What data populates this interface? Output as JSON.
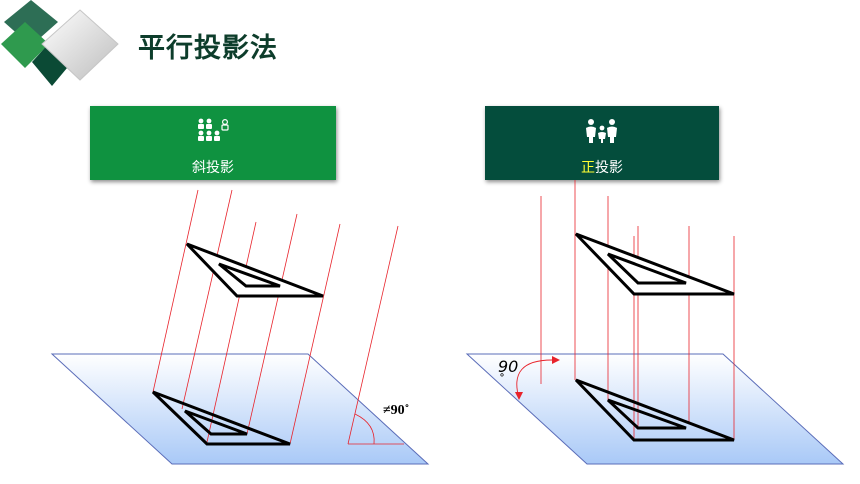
{
  "title": "平行投影法",
  "oblique": {
    "label": "斜投影"
  },
  "orthographic": {
    "label_highlight": "正",
    "label_rest": "投影"
  },
  "angle_oblique": "≠90˚",
  "angle_right_digits": "90",
  "angle_right_degree": "˚",
  "icons": [
    "group-people-icon",
    "family-icon"
  ],
  "colors": {
    "brand_green": "#0f9240",
    "dark_green": "#044d3c",
    "ray": "#e8232b",
    "plane_edge": "#5a6cb8"
  }
}
